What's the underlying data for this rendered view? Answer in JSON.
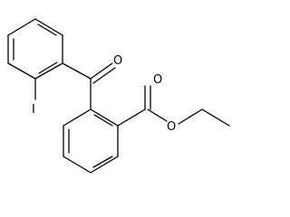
{
  "diagram": {
    "type": "chemical-structure",
    "atom_labels": {
      "carbonyl_oxygen_ketone": "O",
      "iodine": "I",
      "carbonyl_oxygen_ester": "O",
      "ester_oxygen": "O"
    },
    "colors": {
      "bond": "#000000",
      "label": "#000000",
      "background": "#ffffff"
    }
  }
}
